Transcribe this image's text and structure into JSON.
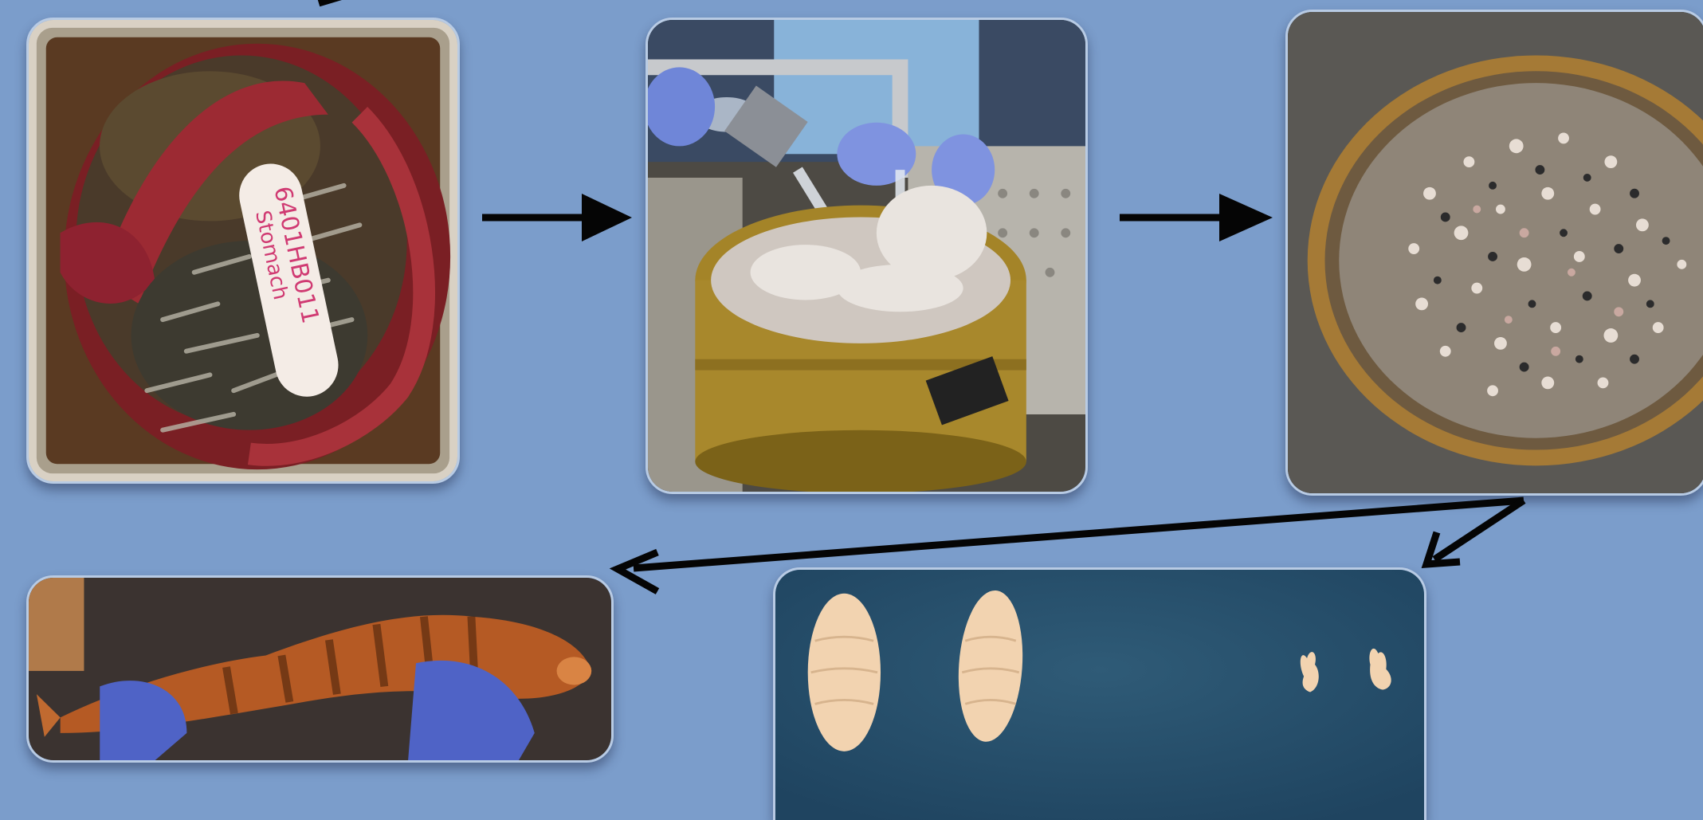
{
  "diagram": {
    "kind": "process-flow",
    "steps": [
      {
        "name": "stomach-contents"
      },
      {
        "name": "sieve-rinsing"
      },
      {
        "name": "sieved-remains"
      },
      {
        "name": "prey-fish-specimen"
      },
      {
        "name": "fish-otoliths"
      }
    ],
    "stomach_tag": {
      "line1": "6401HB011",
      "line2": "Stomach"
    },
    "colors": {
      "background": "#7b9dcb",
      "arrow": "#050505"
    }
  }
}
